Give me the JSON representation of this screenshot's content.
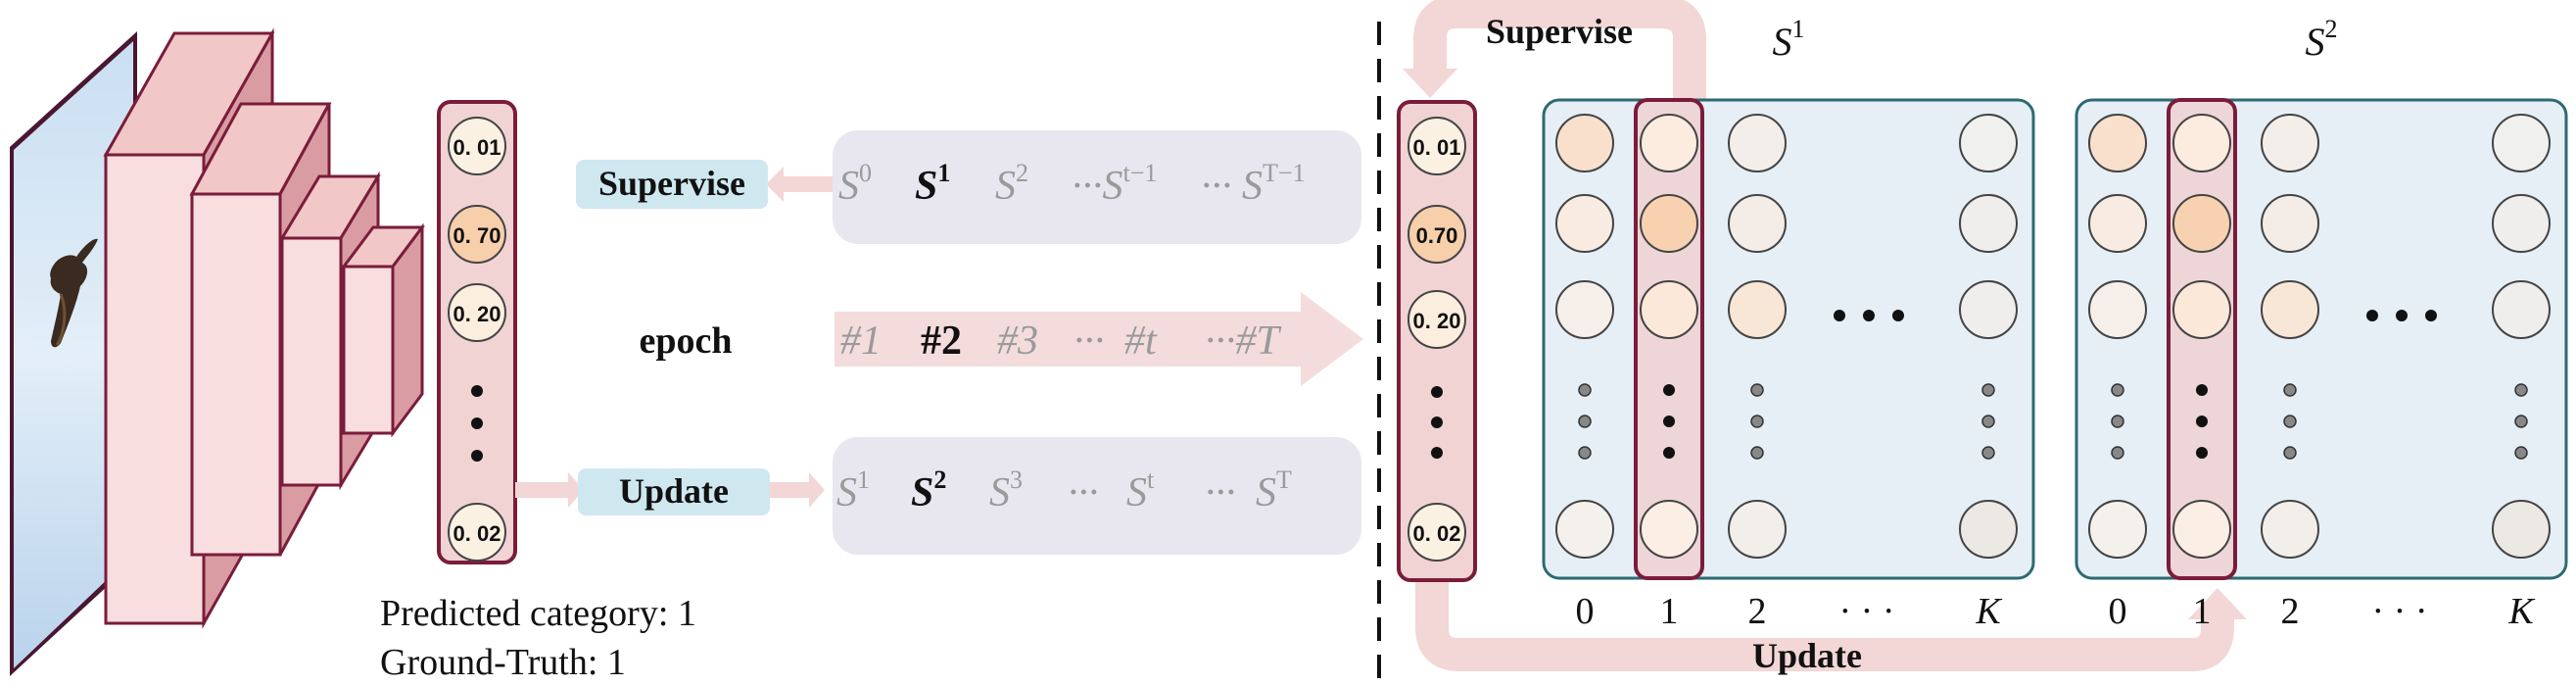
{
  "probs": [
    "0. 01",
    "0. 70",
    "0. 20",
    "0. 02"
  ],
  "probs_right": [
    "0. 01",
    "0.70",
    "0. 20",
    "0. 02"
  ],
  "labels": {
    "supervise": "Supervise",
    "update": "Update",
    "epoch": "epoch",
    "predicted": "Predicted category: 1",
    "ground_truth": "Ground-Truth: 1"
  },
  "top_sequence": [
    {
      "base": "S",
      "sup": "0",
      "bold": false
    },
    {
      "base": "S",
      "sup": "1",
      "bold": true
    },
    {
      "base": "S",
      "sup": "2",
      "bold": false
    },
    {
      "base": "···S",
      "sup": "t−1",
      "bold": false
    },
    {
      "base": "··· S",
      "sup": "T−1",
      "bold": false
    }
  ],
  "epoch_sequence": [
    {
      "text": "#1",
      "bold": false
    },
    {
      "text": "#2",
      "bold": true
    },
    {
      "text": "#3",
      "bold": false
    },
    {
      "text": "···",
      "bold": false
    },
    {
      "text": "#t",
      "bold": false
    },
    {
      "text": "···#T",
      "bold": false
    }
  ],
  "bottom_sequence": [
    {
      "base": "S",
      "sup": "1",
      "bold": false
    },
    {
      "base": "S",
      "sup": "2",
      "bold": true
    },
    {
      "base": "S",
      "sup": "3",
      "bold": false
    },
    {
      "base": "···",
      "sup": "",
      "bold": false
    },
    {
      "base": "S",
      "sup": "t",
      "bold": false
    },
    {
      "base": "···",
      "sup": "",
      "bold": false
    },
    {
      "base": "S",
      "sup": "T",
      "bold": false
    }
  ],
  "matrices": [
    {
      "title_base": "S",
      "title_sup": "1",
      "col_labels": [
        "0",
        "1",
        "2",
        "· · ·",
        "K"
      ]
    },
    {
      "title_base": "S",
      "title_sup": "2",
      "col_labels": [
        "0",
        "1",
        "2",
        "· · ·",
        "K"
      ]
    }
  ],
  "colors": {
    "maroon": "#7a1c3a",
    "pink_arrow": "#f3d6d6",
    "panel_fill": "#e5eff5",
    "panel_stroke": "#2e6a72",
    "tag_fill": "#cfe8f0",
    "gray_box": "#e8e7f0",
    "highlight_fill": "#f0cccc"
  }
}
